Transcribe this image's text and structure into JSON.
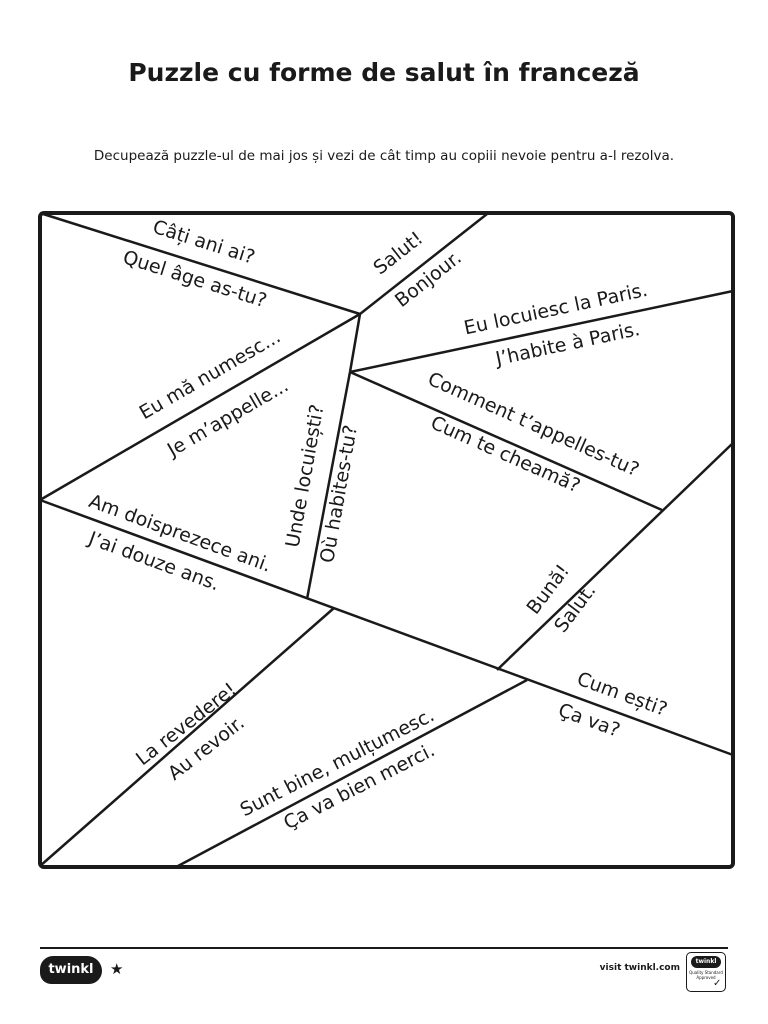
{
  "title": "Puzzle cu forme de salut în franceză",
  "instructions": "Decupează puzzle-ul de mai jos și vezi de cât timp au copiii nevoie pentru a-l rezolva.",
  "puzzle": {
    "pieces": [
      {
        "romanian": "Câți ani ai?",
        "french": "Quel âge as-tu?"
      },
      {
        "romanian": "Salut!",
        "french": "Bonjour."
      },
      {
        "romanian": "Eu locuiesc la Paris.",
        "french": "J’habite à Paris."
      },
      {
        "romanian": "Eu mă numesc...",
        "french": "Je m’appelle..."
      },
      {
        "romanian": "Unde locuiești?",
        "french": "Où habites-tu?"
      },
      {
        "romanian": "Comment t’appelles-tu?",
        "french": "Cum te cheamă?"
      },
      {
        "romanian": "Am doisprezece ani.",
        "french": "J’ai douze ans."
      },
      {
        "romanian": "Bună!",
        "french": "Salut."
      },
      {
        "romanian": "Cum ești?",
        "french": "Ça va?"
      },
      {
        "romanian": "La revedere!",
        "french": "Au revoir."
      },
      {
        "romanian": "Sunt bine, mulțumesc.",
        "french": "Ça va bien merci."
      }
    ]
  },
  "footer": {
    "logo_text": "twinkl",
    "website": "visit twinkl.com",
    "badge_logo": "twinkl",
    "badge_text": "Quality Standard Approved"
  }
}
